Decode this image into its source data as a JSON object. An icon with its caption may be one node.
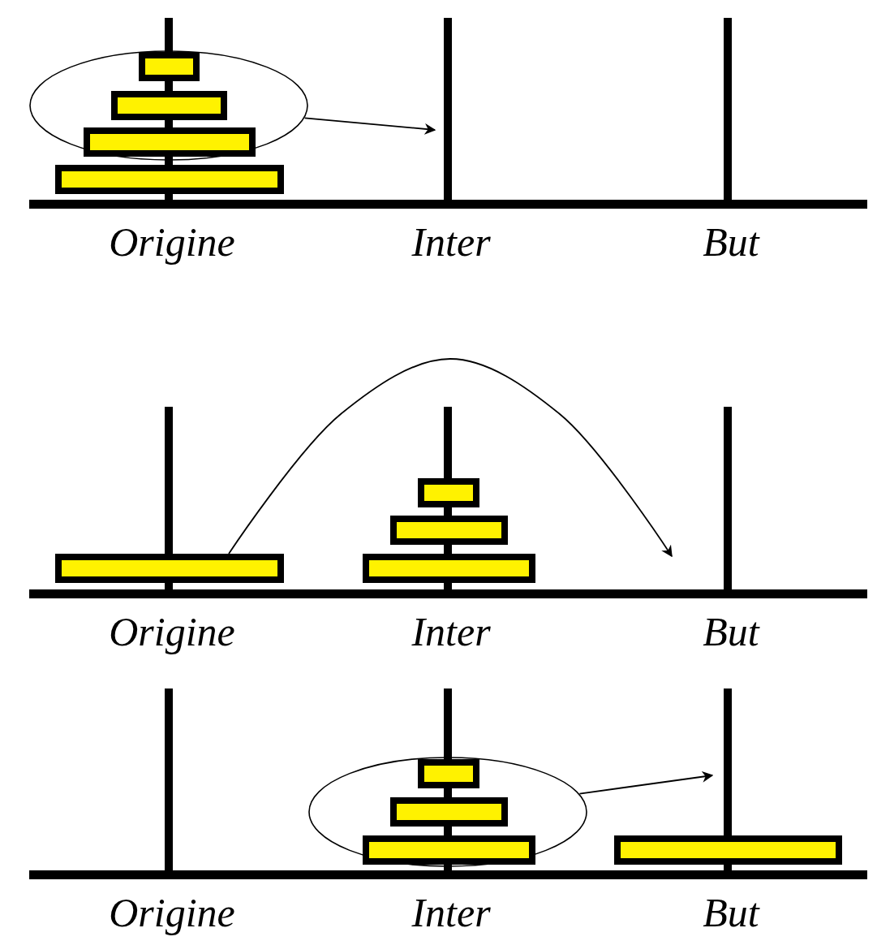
{
  "diagram": {
    "nodes": [
      {
        "text": [],
        "shape": "ellipse"
      },
      {
        "text": [],
        "shape": "bar"
      },
      {
        "text": [],
        "shape": "ellipse"
      }
    ],
    "edges": [
      {
        "from": 0,
        "to": null,
        "arrow": "to"
      },
      {
        "from": 1,
        "to": null,
        "arrow": "to"
      },
      {
        "from": 2,
        "to": null,
        "arrow": "to"
      }
    ],
    "labels": [
      "Origine",
      "Inter",
      "But",
      "Origine",
      "Inter",
      "But",
      "Origine",
      "Inter",
      "But"
    ]
  }
}
